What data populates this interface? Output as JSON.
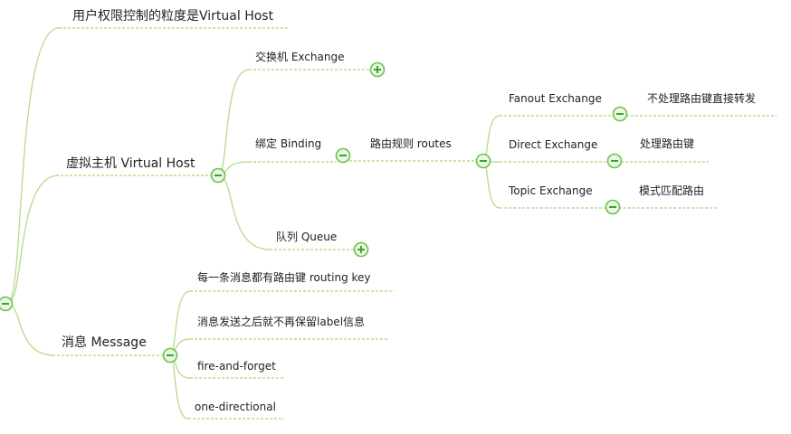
{
  "colors": {
    "branch": "#b7d98a",
    "underline": "#9cc75a",
    "control_ring": "#6cc24a",
    "control_fill": "#eaf7e3",
    "control_sign": "#3aa43a"
  },
  "root": {
    "vhost_granularity": "用户权限控制的粒度是Virtual Host",
    "virtual_host": {
      "label": "虚拟主机  Virtual Host",
      "exchange": "交换机    Exchange",
      "binding": {
        "label": "绑定  Binding",
        "routes": {
          "label": "路由规则  routes",
          "fanout": {
            "label": "Fanout Exchange",
            "desc": "不处理路由键直接转发"
          },
          "direct": {
            "label": "Direct Exchange",
            "desc": "处理路由键"
          },
          "topic": {
            "label": "Topic Exchange",
            "desc": "模式匹配路由"
          }
        }
      },
      "queue": "队列  Queue"
    },
    "message": {
      "label": "消息  Message",
      "items": [
        "每一条消息都有路由键  routing key",
        "消息发送之后就不再保留label信息",
        "fire-and-forget",
        "one-directional"
      ]
    }
  }
}
